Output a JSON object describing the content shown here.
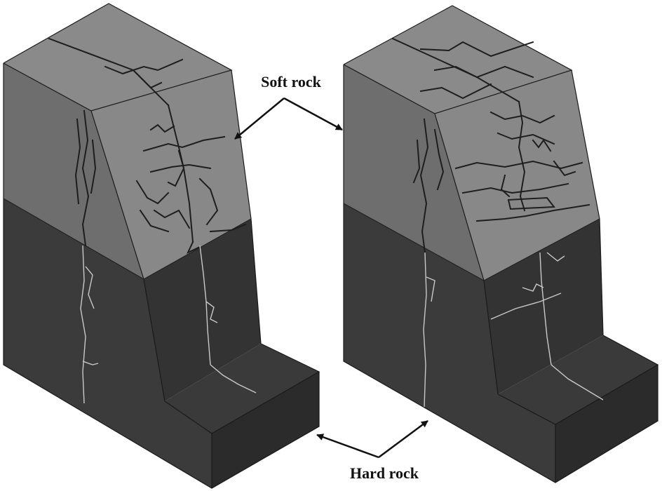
{
  "labels": {
    "soft_rock": "Soft rock",
    "hard_rock": "Hard rock"
  },
  "colors": {
    "soft_top": "#8a8a8a",
    "soft_left": "#6e6e6e",
    "soft_front": "#888888",
    "hard_left": "#3b3b3b",
    "hard_front": "#333333",
    "hard_step_top": "#3a3a3a",
    "hard_step_side": "#2b2b2b",
    "crack_dark": "#1e1e1e",
    "crack_light": "#d0d0d0",
    "edge": "#1a1a1a"
  },
  "models": [
    {
      "name": "left-rock-model"
    },
    {
      "name": "right-rock-model"
    }
  ]
}
